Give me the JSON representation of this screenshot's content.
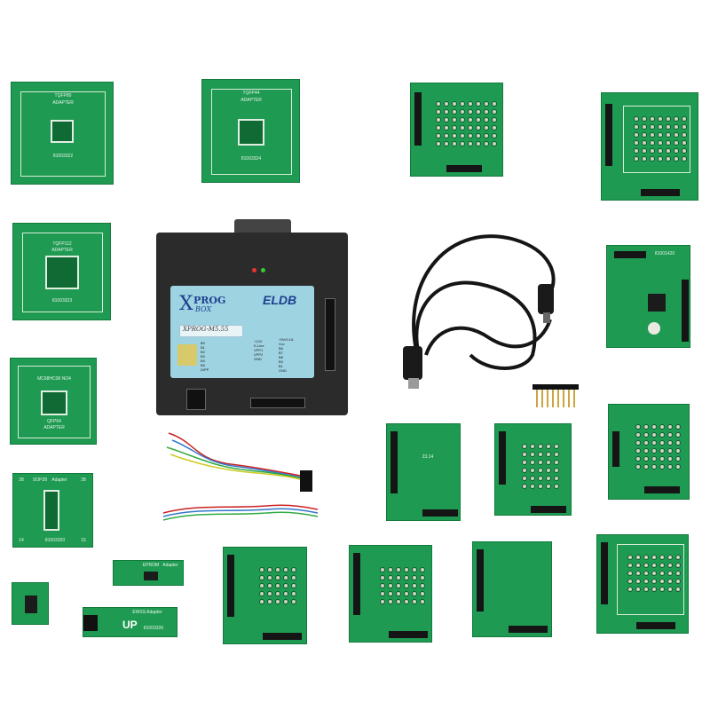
{
  "device": {
    "logo_x": "X",
    "logo_prog": "PROG",
    "logo_box": "BOX",
    "brand": "ELDB",
    "model": "XPROG-M5.55",
    "labels_col1": [
      "B0",
      "B1",
      "B2",
      "B3",
      "B4",
      "B5",
      "DIPP"
    ],
    "labels_col2": [
      "+12V",
      "K-Line",
      "VPP1",
      "VPP2",
      "GND"
    ],
    "labels_col3": [
      "+5V/0.1A",
      "Vcc",
      "B6",
      "B7",
      "B8",
      "B3",
      "B1",
      "GND"
    ]
  },
  "adapters": {
    "tqfp80": {
      "name": "TQFP80",
      "line": "ADAPTER",
      "code": "81003322"
    },
    "tqfp44": {
      "name": "TQFP44",
      "line": "ADAPTER",
      "code": "81003324"
    },
    "tqfp112": {
      "name": "TQFP112",
      "line": "ADAPTER",
      "code": "81003323"
    },
    "qfp64": {
      "name": "MC68HC08 NO4",
      "line": "QFP64",
      "sub": "ADAPTER"
    },
    "sop28": {
      "name": "SOP28",
      "line": "Adapter",
      "left": "28",
      "right": "28",
      "code": "81003320",
      "b1": "14",
      "b2": "15"
    },
    "eprom": {
      "name": "EPROM",
      "line": "Adapter"
    },
    "eeprom": {
      "name": "EWSS Adapter",
      "big": "UP",
      "code": "81003326"
    },
    "plcc_r1": {
      "code": "81001420"
    },
    "mid": {
      "code": "23.14"
    }
  }
}
